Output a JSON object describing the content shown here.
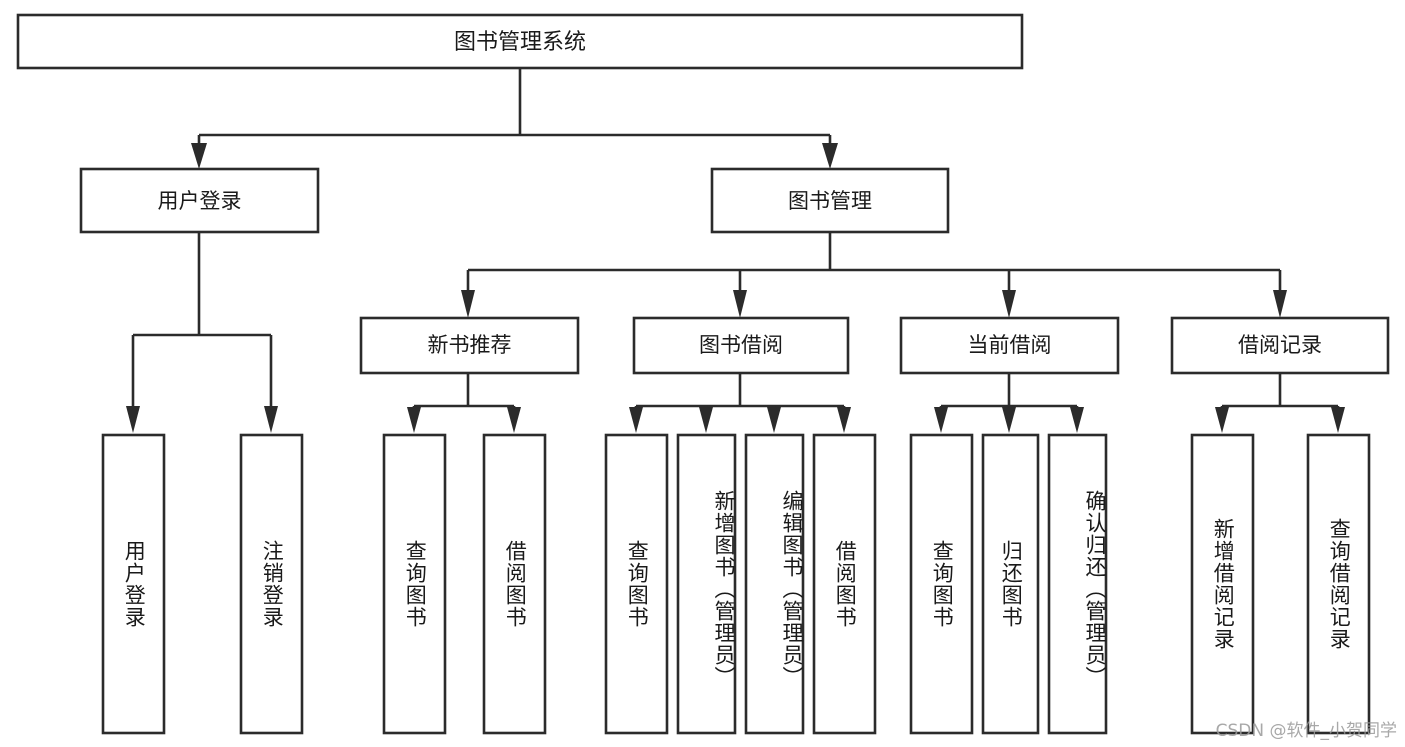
{
  "diagram": {
    "type": "tree-hierarchy",
    "root": {
      "id": "root",
      "label": "图书管理系统"
    },
    "level2": [
      {
        "id": "user-login",
        "label": "用户登录"
      },
      {
        "id": "book-manage",
        "label": "图书管理"
      }
    ],
    "level3": [
      {
        "id": "new-book-rec",
        "label": "新书推荐"
      },
      {
        "id": "book-borrow",
        "label": "图书借阅"
      },
      {
        "id": "current-borrow",
        "label": "当前借阅"
      },
      {
        "id": "borrow-record",
        "label": "借阅记录"
      }
    ],
    "leaves": {
      "user-login": [
        {
          "id": "leaf-user-login",
          "label": "用户登录"
        },
        {
          "id": "leaf-user-logout",
          "label": "注销登录"
        }
      ],
      "new-book-rec": [
        {
          "id": "leaf-query-book-1",
          "label": "查询图书"
        },
        {
          "id": "leaf-borrow-book-1",
          "label": "借阅图书"
        }
      ],
      "book-borrow": [
        {
          "id": "leaf-query-book-2",
          "label": "查询图书"
        },
        {
          "id": "leaf-add-book",
          "label": "新增图书（管理员）"
        },
        {
          "id": "leaf-edit-book",
          "label": "编辑图书（管理员）"
        },
        {
          "id": "leaf-borrow-book-2",
          "label": "借阅图书"
        }
      ],
      "current-borrow": [
        {
          "id": "leaf-query-book-3",
          "label": "查询图书"
        },
        {
          "id": "leaf-return-book",
          "label": "归还图书"
        },
        {
          "id": "leaf-confirm-return",
          "label": "确认归还（管理员）"
        }
      ],
      "borrow-record": [
        {
          "id": "leaf-add-record",
          "label": "新增借阅记录"
        },
        {
          "id": "leaf-query-record",
          "label": "查询借阅记录"
        }
      ]
    }
  },
  "colors": {
    "stroke": "#2b2b2b",
    "fill": "#ffffff",
    "text": "#1a1a1a",
    "watermark": "#9a9a9a"
  },
  "watermark": {
    "text": "CSDN @软件_小贺同学"
  }
}
